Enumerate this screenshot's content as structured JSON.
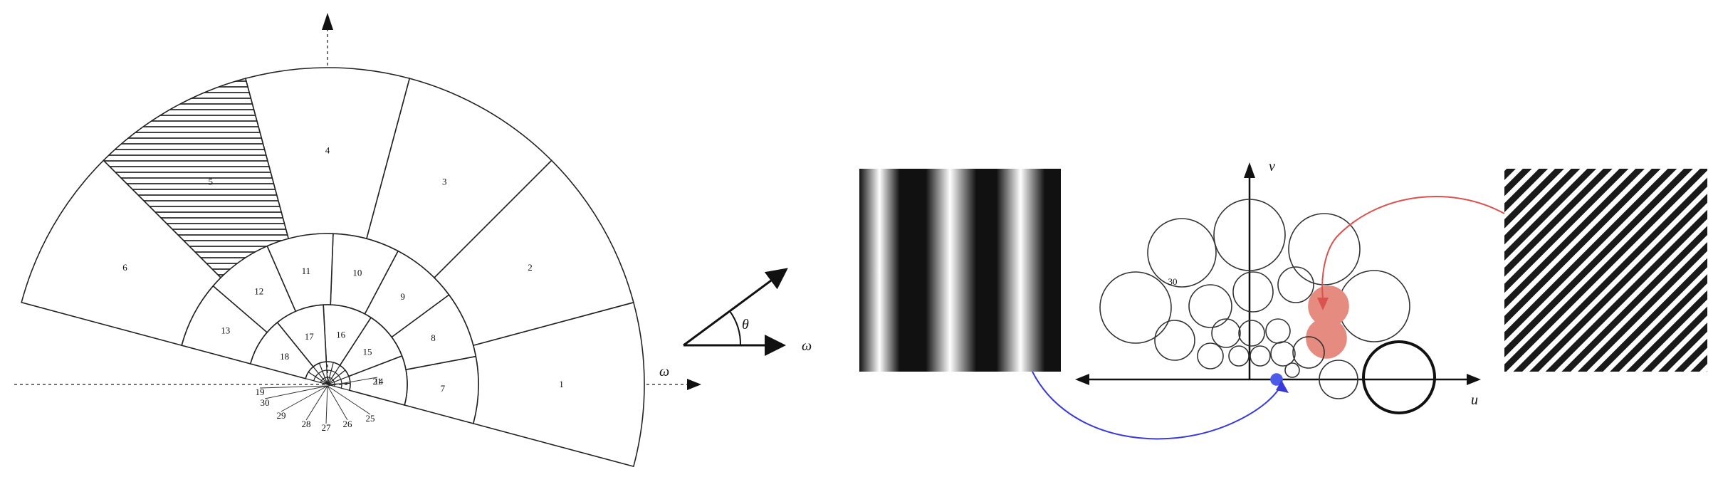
{
  "left_diagram": {
    "axis_label_x": "ω",
    "outer_sectors": [
      "1",
      "2",
      "3",
      "4",
      "5",
      "6"
    ],
    "middle_sectors": [
      "7",
      "8",
      "9",
      "10",
      "11",
      "12",
      "13"
    ],
    "inner_sectors": [
      "14",
      "15",
      "16",
      "17",
      "18"
    ],
    "core_labels": [
      "21",
      "19",
      "30",
      "29",
      "28",
      "27",
      "26",
      "25"
    ],
    "hatched_sector": "5"
  },
  "angle_icon": {
    "theta_label": "θ",
    "axis_label": "ω"
  },
  "right_diagram": {
    "axis_u_label": "u",
    "axis_v_label": "v",
    "cell_label": "30",
    "colors": {
      "highlight_red": "#e58b80",
      "highlight_blue": "#4a5ce8",
      "arrow_red": "#d9534f",
      "arrow_blue": "#3a3ad8"
    }
  }
}
